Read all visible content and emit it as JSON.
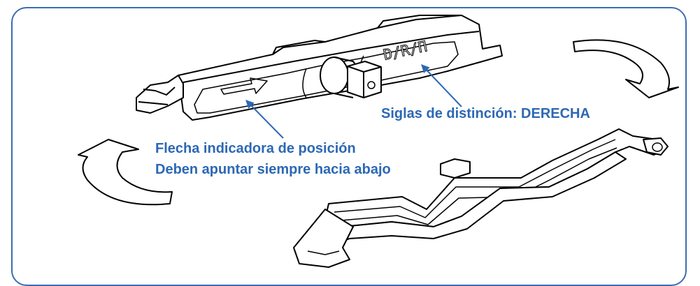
{
  "stamp_text": "D/R/П",
  "labels": {
    "siglas": "Siglas de distinción: DERECHA",
    "flecha_line1": "Flecha indicadora de posición",
    "flecha_line2": "Deben apuntar siempre hacia abajo"
  },
  "colors": {
    "accent": "#2c68b4",
    "frame": "#3b6db3",
    "line_art": "#000000"
  }
}
